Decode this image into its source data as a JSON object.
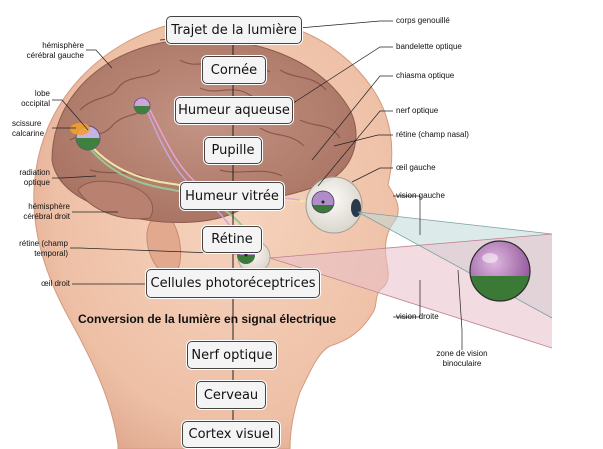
{
  "flow": {
    "trajet": "Trajet de la lumière",
    "cornee": "Cornée",
    "humeur_aqueuse": "Humeur aqueuse",
    "pupille": "Pupille",
    "humeur_vitree": "Humeur vitrée",
    "retine": "Rétine",
    "cellules": "Cellules photoréceptrices",
    "conversion": "Conversion de la lumière en signal électrique",
    "nerf": "Nerf optique",
    "cerveau": "Cerveau",
    "cortex": "Cortex visuel"
  },
  "labels_left": {
    "hemisphere_gauche": [
      "hémisphère",
      "cérébral gauche"
    ],
    "lobe_occipital": [
      "lobe",
      "occipital"
    ],
    "scissure_calcarine": [
      "scissure",
      "calcarine"
    ],
    "radiation_optique": [
      "radiation",
      "optique"
    ],
    "hemisphere_droit": [
      "hémisphère",
      "cérébral droit"
    ],
    "retine_temporal": [
      "rétine (champ",
      "temporal)"
    ],
    "oeil_droit": "œil droit"
  },
  "labels_right": {
    "corps_genouille": "corps genouillé",
    "bandelette": "bandelette optique",
    "chiasma": "chiasma optique",
    "nerf_optique": "nerf optique",
    "retine_nasal": "rétine (champ nasal)",
    "oeil_gauche": "œil gauche",
    "vision_gauche": "vision gauche",
    "vision_droite": "vision droite",
    "zone_binoculaire": [
      "zone de vision",
      "binoculaire"
    ]
  }
}
